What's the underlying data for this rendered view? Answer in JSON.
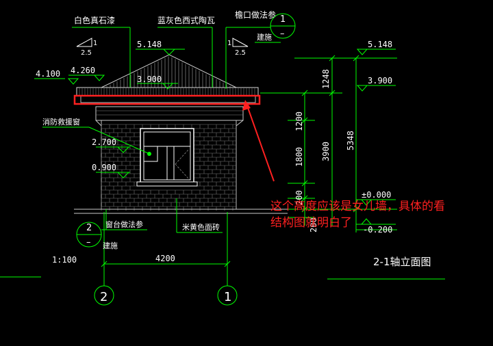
{
  "labels": {
    "white_stone_paint": "白色真石漆",
    "blue_grey_tile": "蓝灰色西式陶瓦",
    "eave_ref": "檐口做法参",
    "bubble_1_top": "1",
    "bubble_1_bottom": "–",
    "jianshi_top": "建施",
    "slope_left_1": "1",
    "slope_left_25": "2.5",
    "slope_right_1": "1",
    "slope_right_25": "2.5",
    "elev_5148_left": "5.148",
    "elev_4260": "4.260",
    "elev_4100": "4.100",
    "elev_3900_left": "3.900",
    "fire_window": "消防救援窗",
    "elev_2700": "2.700",
    "elev_0900": "0.900",
    "bubble_2_top": "2",
    "bubble_2_bottom": "–",
    "sill_ref": "窗台做法参",
    "jianshi_bottom": "建施",
    "beige_tile": "米黄色面砖",
    "scale": "1:100",
    "dim_4200": "4200",
    "axis_2": "2",
    "axis_1": "1",
    "elev_5148_right": "5.148",
    "elev_3900_right": "3.900",
    "dim_1248": "1248",
    "dim_1200": "1200",
    "dim_1800": "1800",
    "dim_3900": "3900",
    "dim_5348": "5348",
    "dim_200a": "200",
    "dim_200b": "200",
    "elev_0000": "±0.000",
    "elev_m0200": "-0.200",
    "view_title": "2-1轴立面图",
    "annotation_line1": "这个高度应该是女儿墙，具体的看",
    "annotation_line2": "结构图就明白了"
  },
  "colors": {
    "background": "#000000",
    "line_green": "#00ff00",
    "text_white": "#ffffff",
    "line_yellow": "#ffff66",
    "annotation_red": "#ff2020",
    "line_grey": "#9a9a9a"
  }
}
